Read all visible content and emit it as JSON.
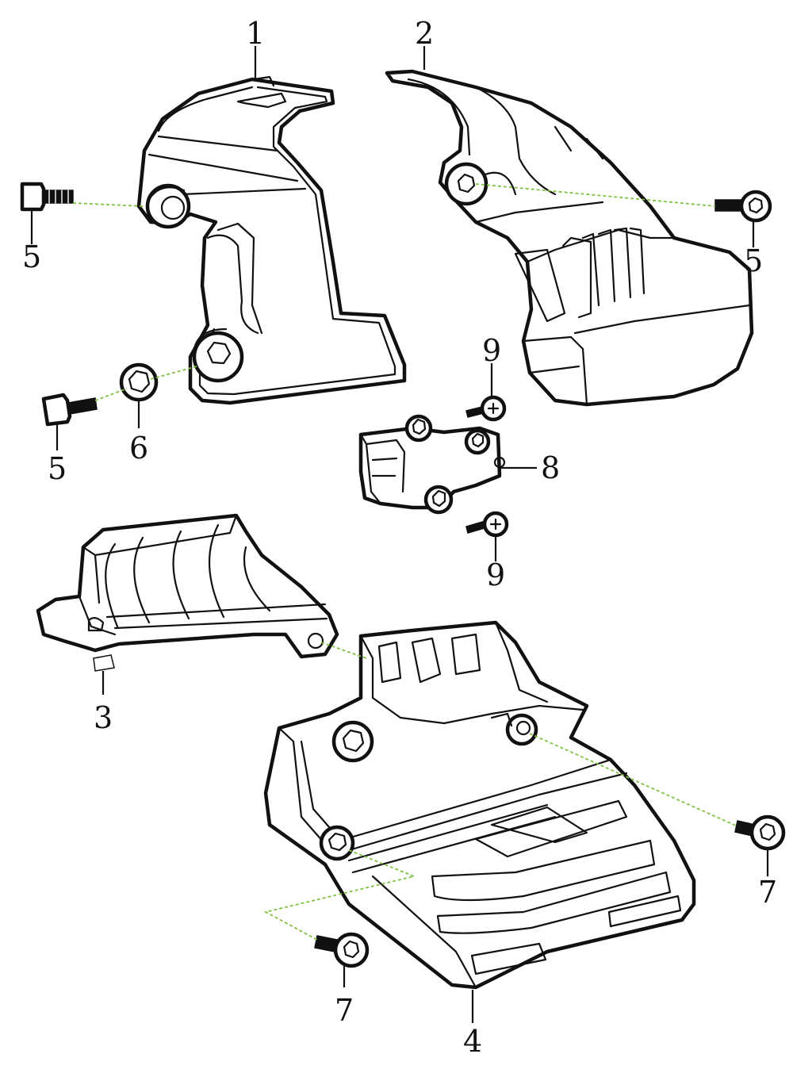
{
  "callouts": {
    "c1": "1",
    "c2": "2",
    "c3": "3",
    "c4": "4",
    "c5a": "5",
    "c5b": "5",
    "c5c": "5",
    "c6": "6",
    "c7a": "7",
    "c7b": "7",
    "c8": "8",
    "c9a": "9",
    "c9b": "9"
  },
  "colors": {
    "line": "#111111",
    "assembly_path": "#7fc241",
    "background": "#ffffff"
  },
  "icons": {
    "bolt": "flange-bolt-icon",
    "nut": "hex-nut-icon",
    "washer": "washer-icon",
    "screw": "phillips-screw-icon"
  }
}
